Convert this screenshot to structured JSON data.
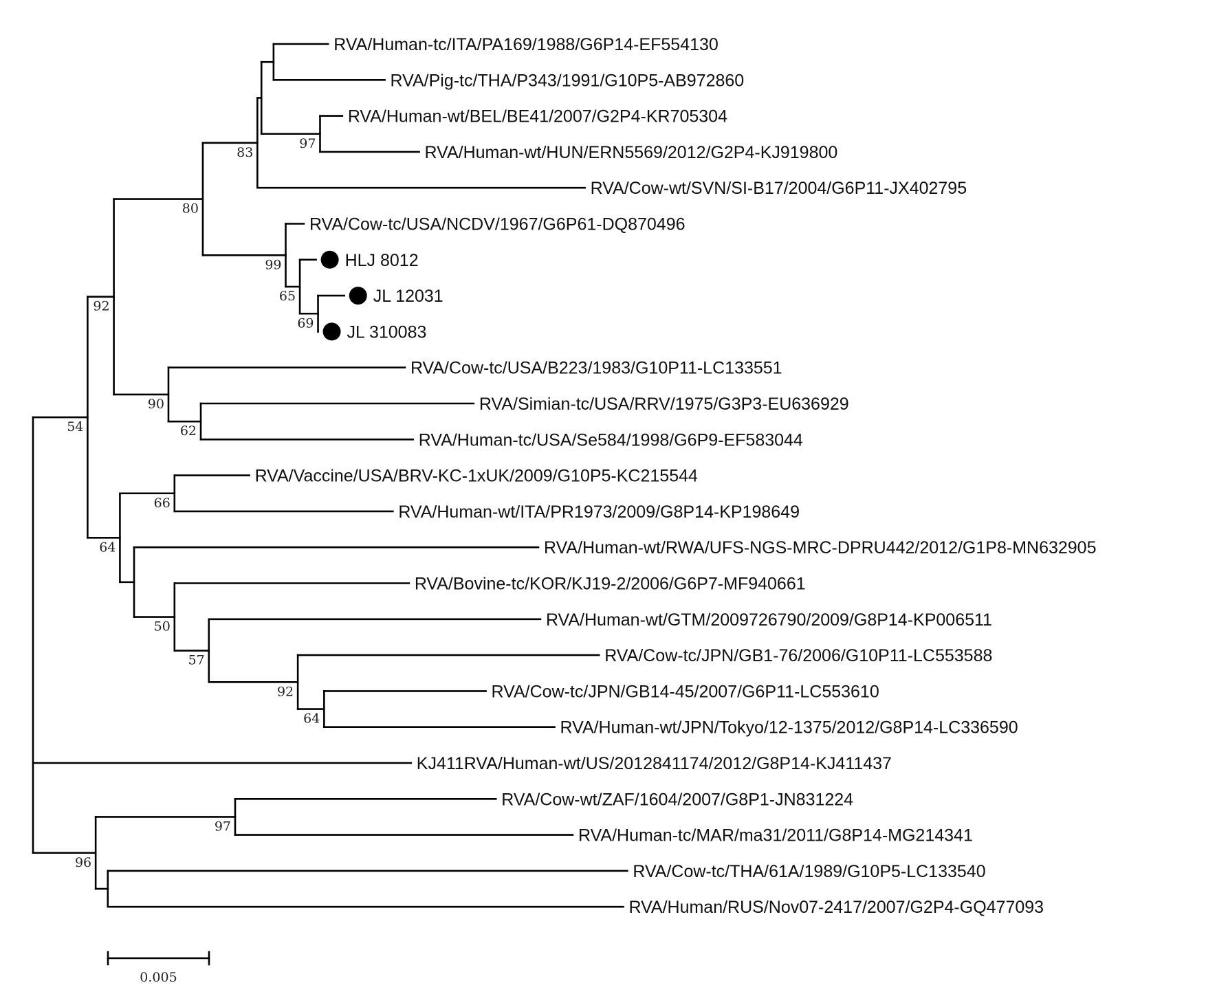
{
  "figure": {
    "scale_bar": {
      "length": 0.005,
      "label": "0.005"
    },
    "colors": {
      "branch": "#000000",
      "text": "#111111",
      "marker": "#000000"
    }
  },
  "tree": {
    "bl": 0.0,
    "children": [
      {
        "bl": 0.0027,
        "support": "54",
        "children": [
          {
            "bl": 0.0013,
            "support": "92",
            "children": [
              {
                "bl": 0.0044,
                "support": "80",
                "children": [
                  {
                    "bl": 0.0027,
                    "support": "83",
                    "children": [
                      {
                        "bl": 0.0002,
                        "children": [
                          {
                            "bl": 0.0006,
                            "children": [
                              {
                                "bl": 0.0027,
                                "name": "RVA/Human-tc/ITA/PA169/1988/G6P14-EF554130"
                              },
                              {
                                "bl": 0.0055,
                                "name": "RVA/Pig-tc/THA/P343/1991/G10P5-AB972860"
                              }
                            ]
                          },
                          {
                            "bl": 0.0029,
                            "support": "97",
                            "children": [
                              {
                                "bl": 0.0011,
                                "name": "RVA/Human-wt/BEL/BE41/2007/G2P4-KR705304"
                              },
                              {
                                "bl": 0.0049,
                                "name": "RVA/Human-wt/HUN/ERN5569/2012/G2P4-KJ919800"
                              }
                            ]
                          }
                        ]
                      },
                      {
                        "bl": 0.0162,
                        "name": "RVA/Cow-wt/SVN/SI-B17/2004/G6P11-JX402795"
                      }
                    ]
                  },
                  {
                    "bl": 0.0041,
                    "support": "99",
                    "children": [
                      {
                        "bl": 0.0009,
                        "name": "RVA/Cow-tc/USA/NCDV/1967/G6P61-DQ870496"
                      },
                      {
                        "bl": 0.0007,
                        "support": "65",
                        "children": [
                          {
                            "bl": 0.0008,
                            "name": "HLJ 8012",
                            "marker": "black-circle"
                          },
                          {
                            "bl": 0.0009,
                            "support": "69",
                            "children": [
                              {
                                "bl": 0.0013,
                                "name": "JL 12031",
                                "marker": "black-circle"
                              },
                              {
                                "bl": 0.0,
                                "name": "JL 310083",
                                "marker": "black-circle"
                              }
                            ]
                          }
                        ]
                      }
                    ]
                  }
                ]
              },
              {
                "bl": 0.0027,
                "support": "90",
                "children": [
                  {
                    "bl": 0.0117,
                    "name": "RVA/Cow-tc/USA/B223/1983/G10P11-LC133551"
                  },
                  {
                    "bl": 0.0016,
                    "support": "62",
                    "children": [
                      {
                        "bl": 0.0135,
                        "name": "RVA/Simian-tc/USA/RRV/1975/G3P3-EU636929"
                      },
                      {
                        "bl": 0.0105,
                        "name": "RVA/Human-tc/USA/Se584/1998/G6P9-EF583044"
                      }
                    ]
                  }
                ]
              }
            ]
          },
          {
            "bl": 0.0016,
            "support": "64",
            "children": [
              {
                "bl": 0.0027,
                "support": "66",
                "children": [
                  {
                    "bl": 0.0037,
                    "name": "RVA/Vaccine/USA/BRV-KC-1xUK/2009/G10P5-KC215544"
                  },
                  {
                    "bl": 0.0108,
                    "name": "RVA/Human-wt/ITA/PR1973/2009/G8P14-KP198649"
                  }
                ]
              },
              {
                "bl": 0.0007,
                "children": [
                  {
                    "bl": 0.02,
                    "name": "RVA/Human-wt/RWA/UFS-NGS-MRC-DPRU442/2012/G1P8-MN632905"
                  },
                  {
                    "bl": 0.002,
                    "support": "50",
                    "children": [
                      {
                        "bl": 0.0116,
                        "name": "RVA/Bovine-tc/KOR/KJ19-2/2006/G6P7-MF940661"
                      },
                      {
                        "bl": 0.0017,
                        "support": "57",
                        "children": [
                          {
                            "bl": 0.0164,
                            "name": "RVA/Human-wt/GTM/2009726790/2009/G8P14-KP006511"
                          },
                          {
                            "bl": 0.0044,
                            "support": "92",
                            "children": [
                              {
                                "bl": 0.0149,
                                "name": "RVA/Cow-tc/JPN/GB1-76/2006/G10P11-LC553588"
                              },
                              {
                                "bl": 0.0013,
                                "support": "64",
                                "children": [
                                  {
                                    "bl": 0.008,
                                    "name": "RVA/Cow-tc/JPN/GB14-45/2007/G6P11-LC553610"
                                  },
                                  {
                                    "bl": 0.0114,
                                    "name": "RVA/Human-wt/JPN/Tokyo/12-1375/2012/G8P14-LC336590"
                                  }
                                ]
                              }
                            ]
                          }
                        ]
                      }
                    ]
                  }
                ]
              }
            ]
          }
        ]
      },
      {
        "bl": 0.0187,
        "name": "KJ411RVA/Human-wt/US/2012841174/2012/G8P14-KJ411437"
      },
      {
        "bl": 0.0031,
        "support": "96",
        "children": [
          {
            "bl": 0.0069,
            "support": "97",
            "children": [
              {
                "bl": 0.0129,
                "name": "RVA/Cow-wt/ZAF/1604/2007/G8P1-JN831224"
              },
              {
                "bl": 0.0167,
                "name": "RVA/Human-tc/MAR/ma31/2011/G8P14-MG214341"
              }
            ]
          },
          {
            "bl": 0.0006,
            "children": [
              {
                "bl": 0.0257,
                "name": "RVA/Cow-tc/THA/61A/1989/G10P5-LC133540"
              },
              {
                "bl": 0.0255,
                "name": "RVA/Human/RUS/Nov07-2417/2007/G2P4-GQ477093"
              }
            ]
          }
        ]
      }
    ]
  }
}
